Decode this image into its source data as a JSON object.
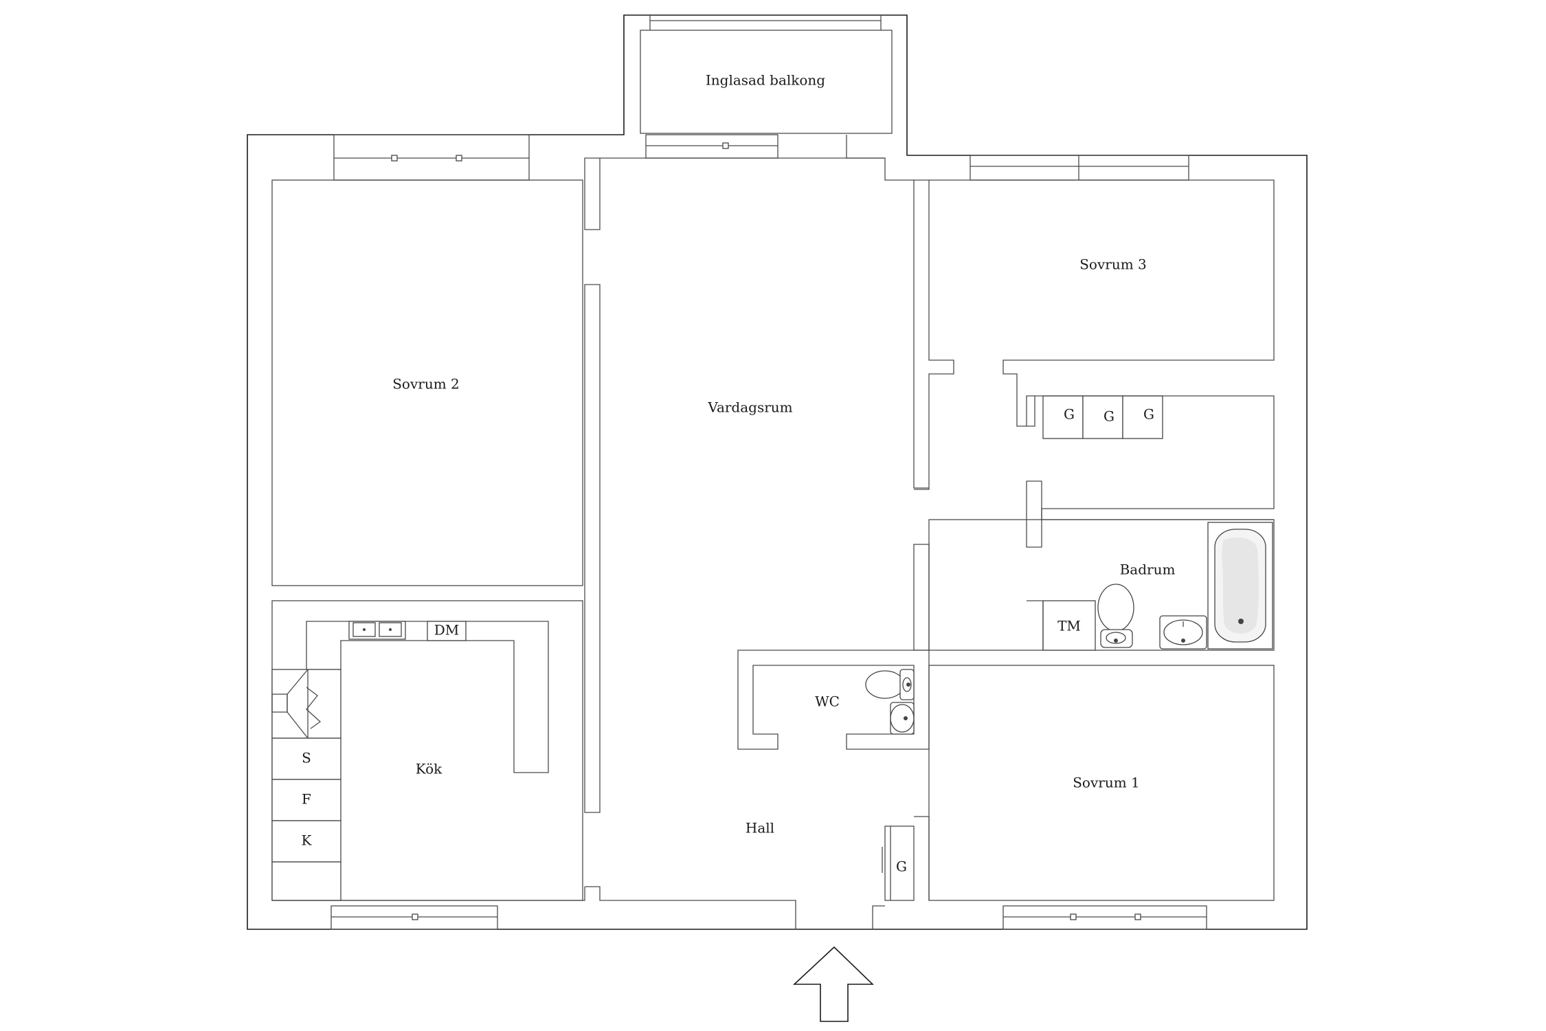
{
  "rooms": {
    "balkong": "Inglasad balkong",
    "sovrum2": "Sovrum 2",
    "vardagsrum": "Vardagsrum",
    "sovrum3": "Sovrum 3",
    "badrum": "Badrum",
    "wc": "WC",
    "kok": "Kök",
    "hall": "Hall",
    "sovrum1": "Sovrum 1"
  },
  "appliances": {
    "dm": "DM",
    "stove": "S",
    "fridge": "F",
    "freezer": "K",
    "tm": "TM",
    "wardrobe_hall": "G",
    "wardrobe_1": "G",
    "wardrobe_2": "G",
    "wardrobe_3": "G"
  },
  "icons": [
    "entrance-arrow-icon",
    "toilet-icon",
    "sink-icon",
    "bathtub-icon",
    "kitchen-sink-icon",
    "fireplace-icon"
  ]
}
